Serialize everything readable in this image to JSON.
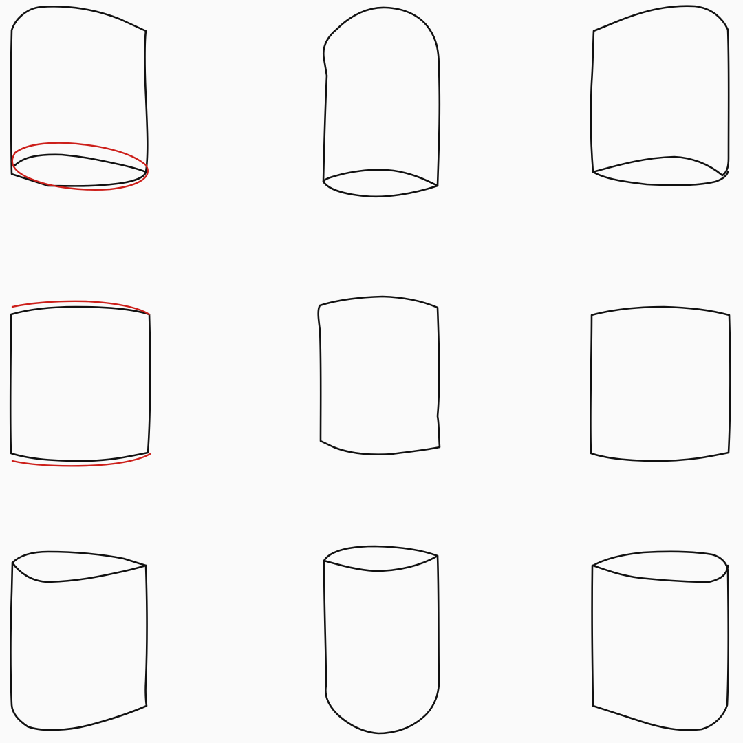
{
  "colors": {
    "background": "#fafafa",
    "ink": "#111111",
    "accent": "#cc1f1a"
  },
  "grid": {
    "rows": 3,
    "columns": 3
  },
  "figures": [
    {
      "id": "r1c1",
      "shape": "cylinder-sketch",
      "variant": "rounded-top-left, flat open bottom ellipse",
      "highlight": "bottom-ellipse"
    },
    {
      "id": "r1c2",
      "shape": "cylinder-sketch",
      "variant": "dome top, bottom ellipse",
      "highlight": "none"
    },
    {
      "id": "r1c3",
      "shape": "cylinder-sketch",
      "variant": "rounded-top-right, bottom ellipse",
      "highlight": "none"
    },
    {
      "id": "r2c1",
      "shape": "cylinder-sketch",
      "variant": "arched top, arched bottom",
      "highlight": "top-and-bottom-arcs"
    },
    {
      "id": "r2c2",
      "shape": "cylinder-sketch",
      "variant": "arched top, arched bottom",
      "highlight": "none"
    },
    {
      "id": "r2c3",
      "shape": "cylinder-sketch",
      "variant": "arched top, arched bottom",
      "highlight": "none"
    },
    {
      "id": "r3c1",
      "shape": "cylinder-sketch",
      "variant": "top ellipse, rounded-bottom-left",
      "highlight": "none"
    },
    {
      "id": "r3c2",
      "shape": "cylinder-sketch",
      "variant": "top ellipse, dome bottom",
      "highlight": "none"
    },
    {
      "id": "r3c3",
      "shape": "cylinder-sketch",
      "variant": "top ellipse, rounded-bottom-right",
      "highlight": "none"
    }
  ]
}
